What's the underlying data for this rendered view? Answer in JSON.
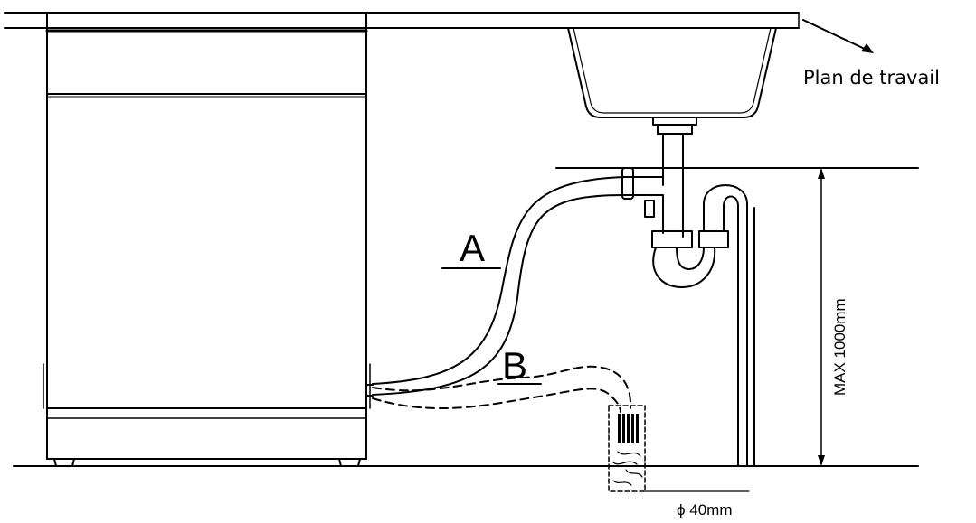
{
  "labels": {
    "worktop": "Plan de travail",
    "hose_a": "A",
    "hose_b": "B",
    "max_height": "MAX 1000mm",
    "pipe_diameter": "ϕ 40mm"
  },
  "colors": {
    "line": "#000000",
    "background": "#ffffff"
  }
}
